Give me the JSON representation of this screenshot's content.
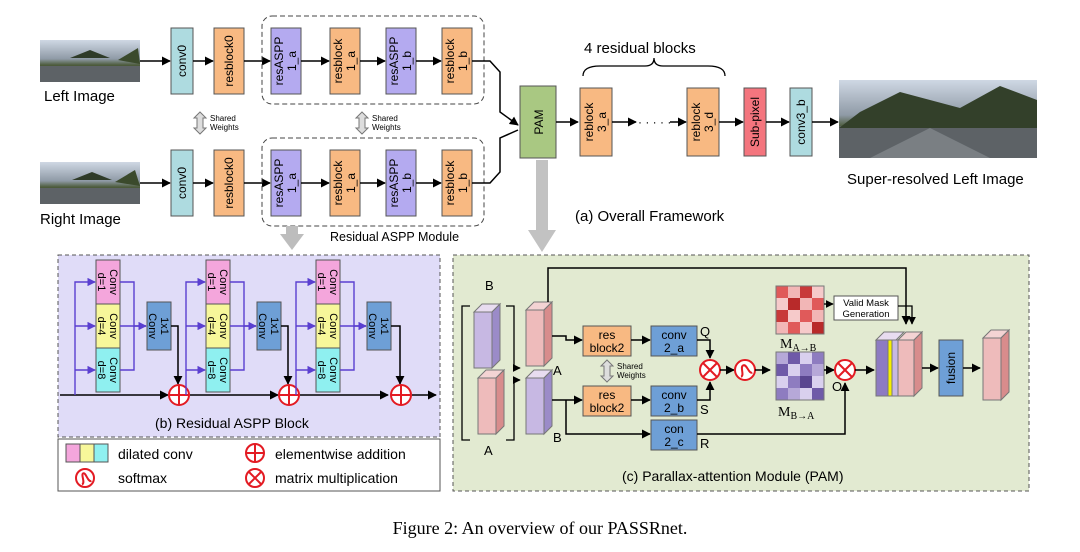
{
  "framework": {
    "left_image_label": "Left Image",
    "right_image_label": "Right Image",
    "shared_weights": "Shared Weights",
    "conv0": "conv0",
    "resblock0": "resblock0",
    "res_aspp_1a": [
      "resASPP",
      "1_a"
    ],
    "resblock_1a": [
      "resblock",
      "1_a"
    ],
    "res_aspp_1b": [
      "resASPP",
      "1_b"
    ],
    "resblock_1b": [
      "resblock",
      "1_b"
    ],
    "residual_aspp_module": "Residual ASPP Module",
    "pam": "PAM",
    "four_residual_blocks": "4 residual blocks",
    "reblock_3a": [
      "reblock",
      "3_a"
    ],
    "reblock_3d": [
      "reblock",
      "3_d"
    ],
    "ellipsis": "· · · · ·",
    "subpixel": "Sub-pixel",
    "conv3b": "conv3_b",
    "output_label": "Super-resolved Left Image",
    "caption": "(a) Overall Framework"
  },
  "aspp_block": {
    "caption": "(b) Residual ASPP Block",
    "conv_d1": [
      "Conv",
      "d=1"
    ],
    "conv_d4": [
      "Conv",
      "d=4"
    ],
    "conv_d8": [
      "Conv",
      "d=8"
    ],
    "conv_1x1": [
      "1x1",
      "Conv"
    ]
  },
  "legend": {
    "dilated_conv": "dilated conv",
    "softmax": "softmax",
    "elementwise_addition": "elementwise addition",
    "matrix_multiplication": "matrix multiplication"
  },
  "pam_module": {
    "caption": "(c) Parallax-attention Module (PAM)",
    "label_a": "A",
    "label_b": "B",
    "res_block2": [
      "res",
      "block2"
    ],
    "shared_weights": [
      "Shared",
      "Weights"
    ],
    "conv2a": [
      "conv",
      "2_a"
    ],
    "conv2b": [
      "conv",
      "2_b"
    ],
    "conv2c": [
      "con",
      "2_c"
    ],
    "q": "Q",
    "s": "S",
    "r": "R",
    "o": "O",
    "m_ab": "M",
    "m_ab_sub": "A→B",
    "m_ba": "M",
    "m_ba_sub": "B→A",
    "valid_mask": [
      "Valid Mask",
      "Generation"
    ],
    "fusion": "fusion"
  },
  "figure_caption": "Figure 2: An overview of our PASSRnet.",
  "colors": {
    "conv_teal": "#aedbe0",
    "resblock_orange": "#f8b982",
    "aspp_purple": "#b4aaf0",
    "pam_green": "#a9c882",
    "subpixel_red": "#f4757e",
    "dilated_pink": "#f4a6dc",
    "dilated_yellow": "#f7f79a",
    "dilated_cyan": "#8ff0f0",
    "conv1x1_blue": "#6e9fd6",
    "aspp_panel_bg": "#e0dcf8",
    "pam_panel_bg": "#e2ead1",
    "symbol_red": "#e31b23"
  }
}
